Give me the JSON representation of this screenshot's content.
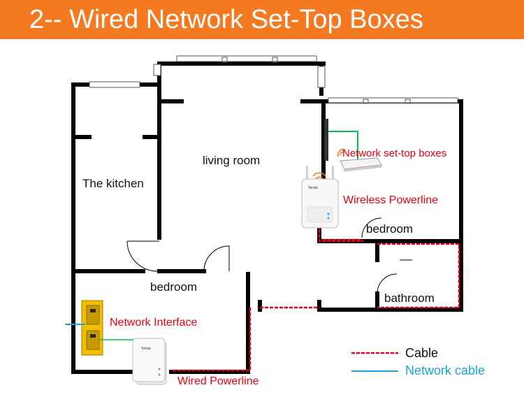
{
  "title": "2-- Wired Network Set-Top Boxes",
  "rooms": {
    "kitchen": "The kitchen",
    "living_room": "living room",
    "bedroom_left": "bedroom",
    "bedroom_right": "bedroom",
    "bathroom": "bathroom"
  },
  "devices": {
    "set_top_box": "Network set-top boxes",
    "wireless_powerline": "Wireless Powerline",
    "network_interface": "Network Interface",
    "wired_powerline": "Wired Powerline",
    "brand": "Tenda"
  },
  "legend": {
    "cable": "Cable",
    "network_cable": "Network cable"
  },
  "colors": {
    "header": "#f47920",
    "wall": "#000000",
    "cable": "#e60012",
    "network_cable": "#1aa3d9",
    "hdmi": "#00c04b",
    "interface": "#f0c000",
    "label_red": "#e60012",
    "legend_blue": "#1aa3d9"
  }
}
